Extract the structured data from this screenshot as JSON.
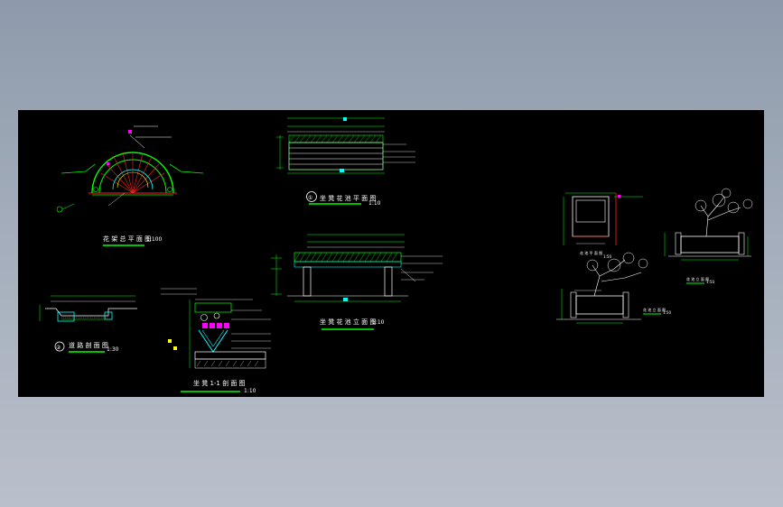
{
  "colors": {
    "background_gradient_top": "#8e9aab",
    "background_gradient_bottom": "#b9c0cb",
    "canvas": "#000000",
    "line_green": "#00ff00",
    "line_white": "#ffffff",
    "line_red": "#ff2020",
    "line_cyan": "#00ffff",
    "line_magenta": "#ff00ff",
    "line_yellow": "#ffff00"
  },
  "drawings": {
    "arch_plan": {
      "title": "花 架 总 平 面 图",
      "scale": "1:100"
    },
    "bench_plan": {
      "number": "①",
      "title": "坐 凳 花 池 平 面 图",
      "scale": "1:10"
    },
    "bench_elevation": {
      "title": "坐 凳 花 池 立 面 图",
      "scale": "1:10"
    },
    "path_section": {
      "number": "②",
      "title": "道 路 剖 面 图",
      "scale": "1:30"
    },
    "bench_section": {
      "title": "坐 凳 1-1 剖 面 图",
      "scale": "1:10"
    },
    "planter_plan": {
      "title": "花 池 平 面 图",
      "scale": "1:50"
    },
    "planter_elevation_1": {
      "title": "花 池 立 面 图",
      "scale": "1:50"
    },
    "planter_elevation_2": {
      "title": "花 池 立 面 图",
      "scale": "1:50"
    }
  }
}
